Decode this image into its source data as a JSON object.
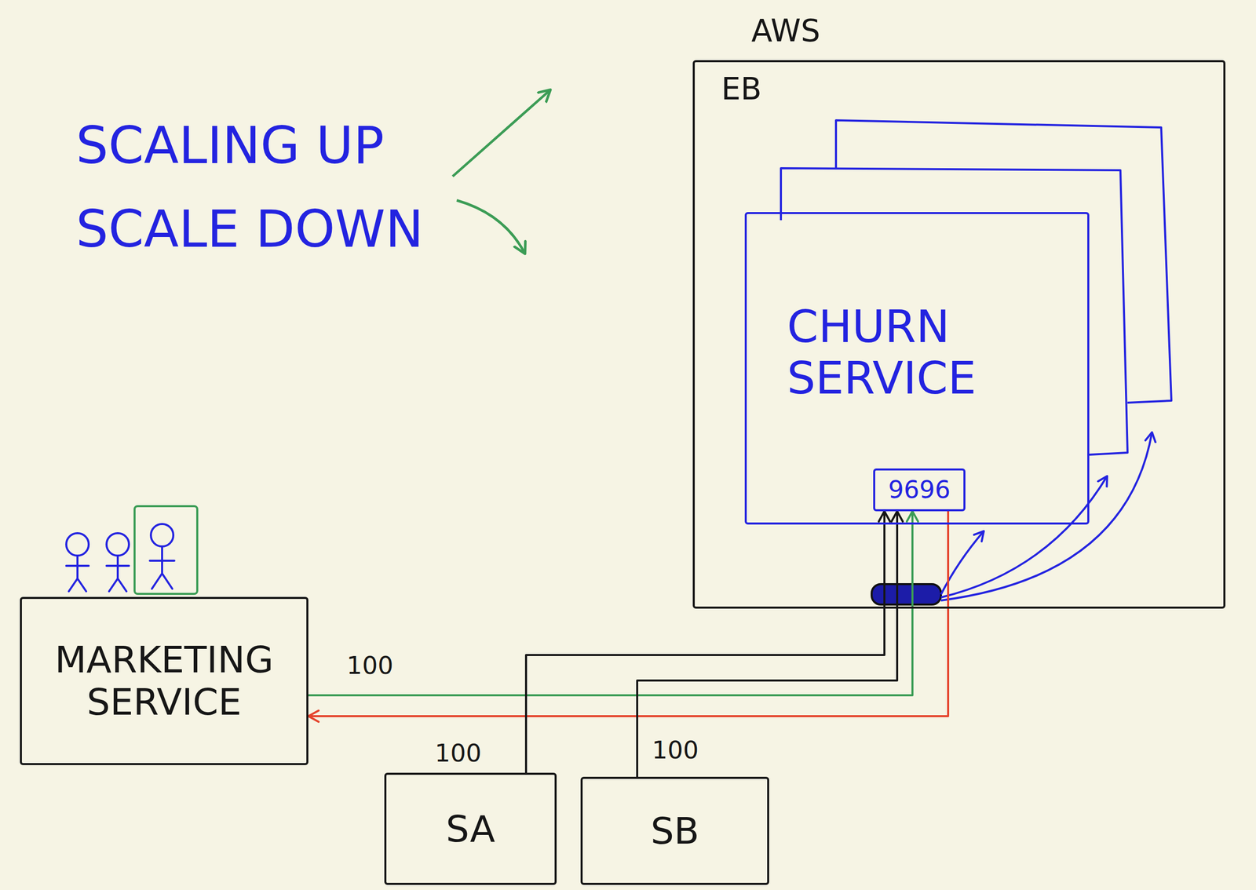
{
  "diagram": {
    "nodes": [
      {
        "text": [
          "AWS",
          "EB"
        ]
      },
      {
        "text": [
          "CHURN SERVICE"
        ],
        "in": 0
      },
      {
        "text": [
          "9696"
        ],
        "in": 1
      },
      {
        "text": [
          "MARKETING SERVICE"
        ]
      },
      {
        "text": [
          "SA"
        ]
      },
      {
        "text": [
          "SB"
        ]
      }
    ],
    "edges": [
      {
        "from": 3,
        "to": 2,
        "label": "100",
        "arrow": "to"
      },
      {
        "from": 2,
        "to": 3,
        "arrow": "to"
      },
      {
        "from": 4,
        "to": 2,
        "label": "100",
        "arrow": "to"
      },
      {
        "from": 5,
        "to": 2,
        "label": "100",
        "arrow": "to"
      }
    ],
    "labels": [
      "SCALING UP",
      "SCALE DOWN"
    ]
  }
}
